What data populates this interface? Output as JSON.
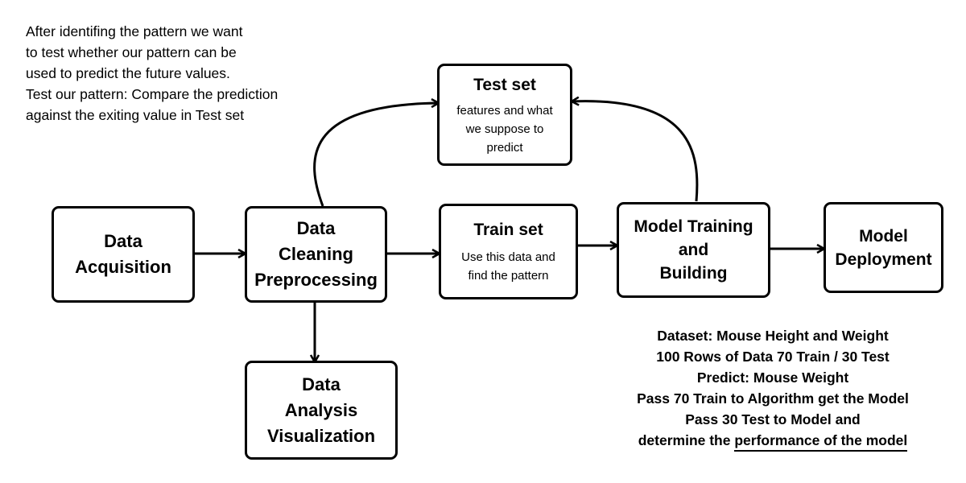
{
  "intro_note": [
    "After identifing the pattern we want",
    "to test whether our pattern can be",
    "used to predict the future values.",
    "Test our pattern: Compare the prediction",
    "against the exiting value in Test set"
  ],
  "boxes": {
    "data_acquisition": {
      "lines": [
        "Data",
        "Acquisition"
      ]
    },
    "data_cleaning": {
      "lines": [
        "Data",
        "Cleaning",
        "Preprocessing"
      ]
    },
    "data_analysis": {
      "lines": [
        "Data",
        "Analysis",
        "Visualization"
      ]
    },
    "test_set": {
      "title": "Test set",
      "desc": [
        "features and what",
        "we suppose to",
        "predict"
      ]
    },
    "train_set": {
      "title": "Train set",
      "desc": [
        "Use this data and",
        "find the pattern"
      ]
    },
    "model_training": {
      "lines": [
        "Model Training",
        "and",
        "Building"
      ]
    },
    "model_deployment": {
      "lines": [
        "Model",
        "Deployment"
      ]
    }
  },
  "dataset_note": {
    "lines": [
      "Dataset: Mouse Height and Weight",
      "100 Rows of Data 70 Train / 30 Test",
      "Predict: Mouse Weight",
      "Pass 70 Train to Algorithm get the Model",
      "Pass 30 Test to Model and"
    ],
    "last_prefix": "determine the ",
    "last_underlined": "performance of the model"
  }
}
